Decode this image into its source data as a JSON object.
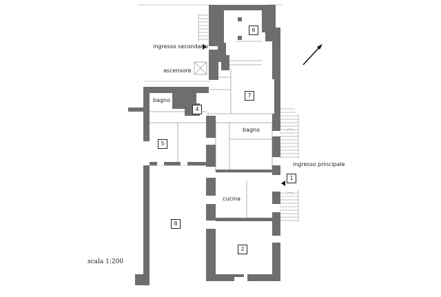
{
  "plan": {
    "labels": {
      "ingresso_secondario": "ingresso secondario",
      "ascensore": "ascensore",
      "bagno_left": "bagno",
      "bagno_right": "bagno",
      "ingresso_principale": "ingresso principale",
      "cucina": "cucina"
    },
    "rooms": {
      "r1": "1",
      "r2": "2",
      "r4": "4",
      "r5": "5",
      "r6": "6",
      "r7": "7",
      "r8": "8"
    },
    "scale": "scala 1:200",
    "colors": {
      "wall": "#6e6e6e",
      "line": "#9a9a9a",
      "text": "#222222"
    },
    "icons": [
      "north-arrow-icon",
      "entrance-arrow-icon"
    ]
  }
}
